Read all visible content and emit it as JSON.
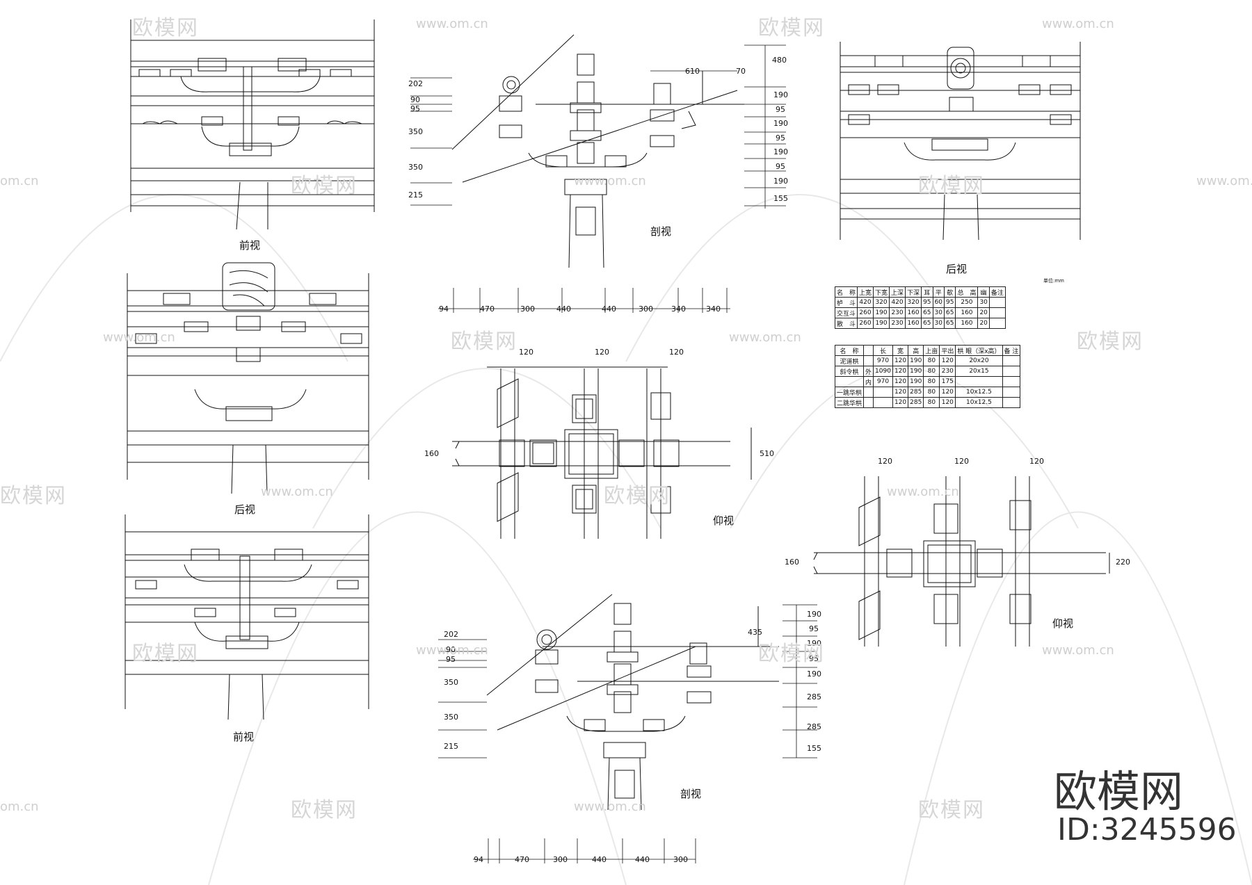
{
  "views": {
    "front_top": "前视",
    "section_top": "剖视",
    "back_right": "后视",
    "back_left": "后视",
    "bottom_center": "仰视",
    "bottom_right": "仰视",
    "front_bottom": "前视",
    "section_bottom": "剖视"
  },
  "dims": {
    "sec1_left": [
      "202",
      "90",
      "95",
      "350",
      "350",
      "215"
    ],
    "sec1_right": [
      "480",
      "190",
      "95",
      "190",
      "95",
      "190",
      "95",
      "190",
      "155"
    ],
    "sec1_top": [
      "610",
      "70"
    ],
    "sec1_bottom": [
      "94",
      "470",
      "300",
      "440",
      "440",
      "300",
      "340",
      "340"
    ],
    "plan1": [
      "120",
      "120",
      "120",
      "160",
      "510"
    ],
    "plan2": [
      "120",
      "120",
      "120",
      "160",
      "220"
    ],
    "sec2_left": [
      "202",
      "90",
      "95",
      "350",
      "350",
      "215"
    ],
    "sec2_right": [
      "190",
      "95",
      "190",
      "95",
      "190",
      "285",
      "285",
      "155"
    ],
    "sec2_435": "435",
    "sec2_bottom": [
      "94",
      "470",
      "300",
      "440",
      "440",
      "300"
    ]
  },
  "table1": {
    "unit": "单位:mm",
    "header": [
      "名　称",
      "上宽",
      "下宽",
      "上深",
      "下深",
      "耳",
      "平",
      "欹",
      "总　高",
      "幽",
      "备注"
    ],
    "rows": [
      [
        "栌　斗",
        "420",
        "320",
        "420",
        "320",
        "95",
        "60",
        "95",
        "250",
        "30",
        ""
      ],
      [
        "交互斗",
        "260",
        "190",
        "230",
        "160",
        "65",
        "30",
        "65",
        "160",
        "20",
        ""
      ],
      [
        "散　斗",
        "260",
        "190",
        "230",
        "160",
        "65",
        "30",
        "65",
        "160",
        "20",
        ""
      ]
    ]
  },
  "table2": {
    "header": [
      "名　称",
      "",
      "长",
      "宽",
      "高",
      "上亩",
      "平出",
      "栱 眼（深x高）",
      "备 注"
    ],
    "rows": [
      [
        "泥道栱",
        "",
        "970",
        "120",
        "190",
        "80",
        "120",
        "20x20",
        ""
      ],
      [
        "斜令栱",
        "外",
        "1090",
        "120",
        "190",
        "80",
        "230",
        "20x15",
        ""
      ],
      [
        "",
        "内",
        "970",
        "120",
        "190",
        "80",
        "175",
        "",
        ""
      ],
      [
        "一跳华栱",
        "",
        "",
        "120",
        "285",
        "80",
        "120",
        "10x12.5",
        ""
      ],
      [
        "二跳华栱",
        "",
        "",
        "120",
        "285",
        "80",
        "120",
        "10x12.5",
        ""
      ]
    ]
  },
  "watermark": {
    "logo": "欧模网",
    "url": "www.om.cn",
    "url_short": "om.cn"
  },
  "brand": {
    "name": "欧模网",
    "id": "ID:3245596"
  }
}
